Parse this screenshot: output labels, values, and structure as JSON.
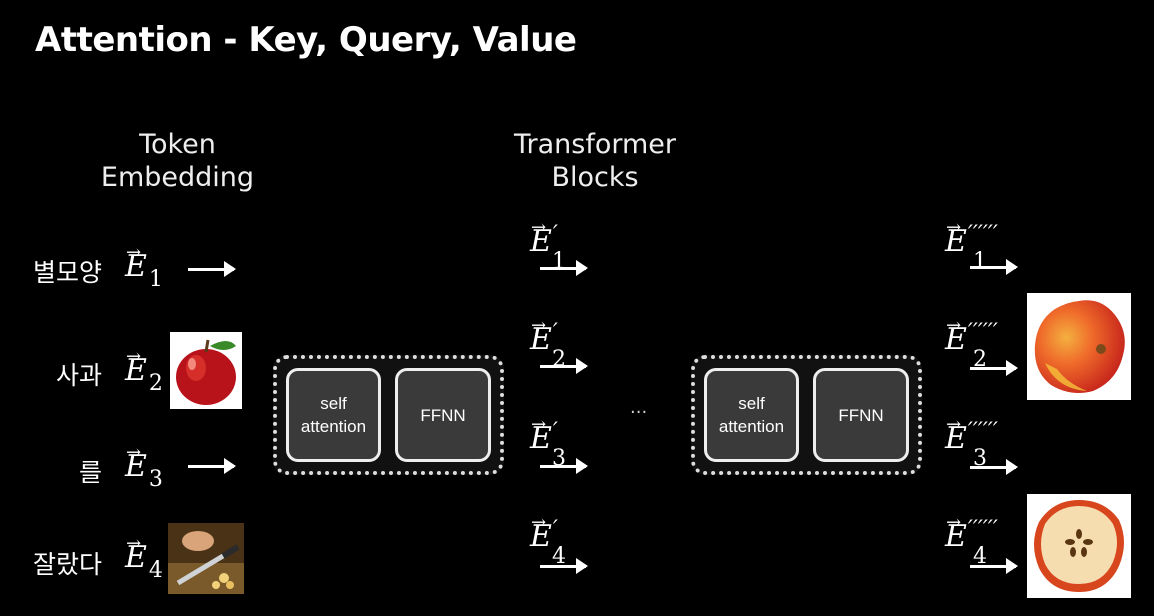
{
  "title": "Attention - Key, Query, Value",
  "headings": {
    "token_embedding_line1": "Token",
    "token_embedding_line2": "Embedding",
    "transformer_line1": "Transformer",
    "transformer_line2": "Blocks"
  },
  "tokens": [
    "별모양",
    "사과",
    "를",
    "잘랐다"
  ],
  "vector_symbol": "E",
  "subscripts": [
    "1",
    "2",
    "3",
    "4"
  ],
  "prime_single": "′",
  "prime_many": "′′′′′′",
  "block": {
    "self_attention_line1": "self",
    "self_attention_line2": "attention",
    "ffnn": "FFNN"
  },
  "ellipsis": "···",
  "colors": {
    "background": "#000000",
    "text": "#ffffff",
    "box_fill": "#3a3a3a"
  }
}
